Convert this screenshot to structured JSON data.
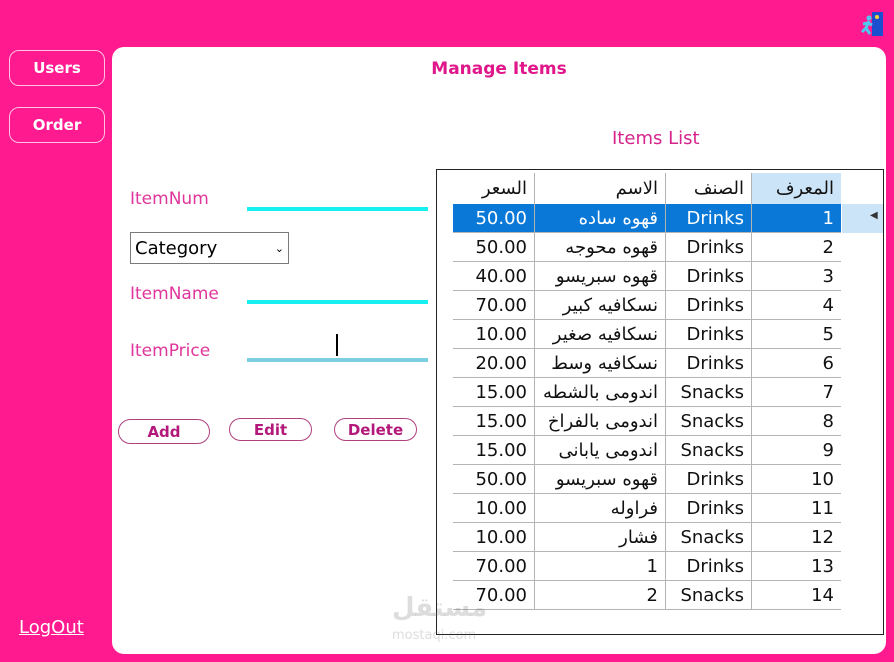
{
  "window": {
    "exit_icon": "exit-door-icon"
  },
  "sidebar": {
    "users": "Users",
    "order": "Order",
    "logout": "LogOut"
  },
  "main": {
    "title": "Manage Items",
    "list_title": "Items List"
  },
  "form": {
    "item_num_label": "ItemNum",
    "item_num_value": "",
    "category": "Category",
    "item_name_label": "ItemName",
    "item_name_value": "",
    "item_price_label": "ItemPrice",
    "item_price_value": ""
  },
  "actions": {
    "add": "Add",
    "edit": "Edit",
    "delete": "Delete"
  },
  "colors": {
    "brand": "#ff1a8f",
    "input_line": "#17f0f0",
    "selection": "#0a78d7"
  },
  "table": {
    "headers": {
      "price": "السعر",
      "name": "الاسم",
      "category": "الصنف",
      "id": "المعرف"
    },
    "selected_row": 0,
    "rows": [
      {
        "price": "50.00",
        "name": "قهوه ساده",
        "category": "Drinks",
        "id": "1"
      },
      {
        "price": "50.00",
        "name": "قهوه محوجه",
        "category": "Drinks",
        "id": "2"
      },
      {
        "price": "40.00",
        "name": "قهوه سبريسو",
        "category": "Drinks",
        "id": "3"
      },
      {
        "price": "70.00",
        "name": "نسكافيه كبير",
        "category": "Drinks",
        "id": "4"
      },
      {
        "price": "10.00",
        "name": "نسكافيه صغير",
        "category": "Drinks",
        "id": "5"
      },
      {
        "price": "20.00",
        "name": "نسكافيه وسط",
        "category": "Drinks",
        "id": "6"
      },
      {
        "price": "15.00",
        "name": "اندومى بالشطه",
        "category": "Snacks",
        "id": "7"
      },
      {
        "price": "15.00",
        "name": "اندومى بالفراخ",
        "category": "Snacks",
        "id": "8"
      },
      {
        "price": "15.00",
        "name": "اندومى يابانى",
        "category": "Snacks",
        "id": "9"
      },
      {
        "price": "50.00",
        "name": "قهوه سبريسو",
        "category": "Drinks",
        "id": "10"
      },
      {
        "price": "10.00",
        "name": "فراوله",
        "category": "Drinks",
        "id": "11"
      },
      {
        "price": "10.00",
        "name": "فشار",
        "category": "Snacks",
        "id": "12"
      },
      {
        "price": "70.00",
        "name": "1",
        "category": "Drinks",
        "id": "13"
      },
      {
        "price": "70.00",
        "name": "2",
        "category": "Snacks",
        "id": "14"
      }
    ]
  },
  "watermark": {
    "text": "مستقل",
    "sub": "mostaqi.com"
  }
}
